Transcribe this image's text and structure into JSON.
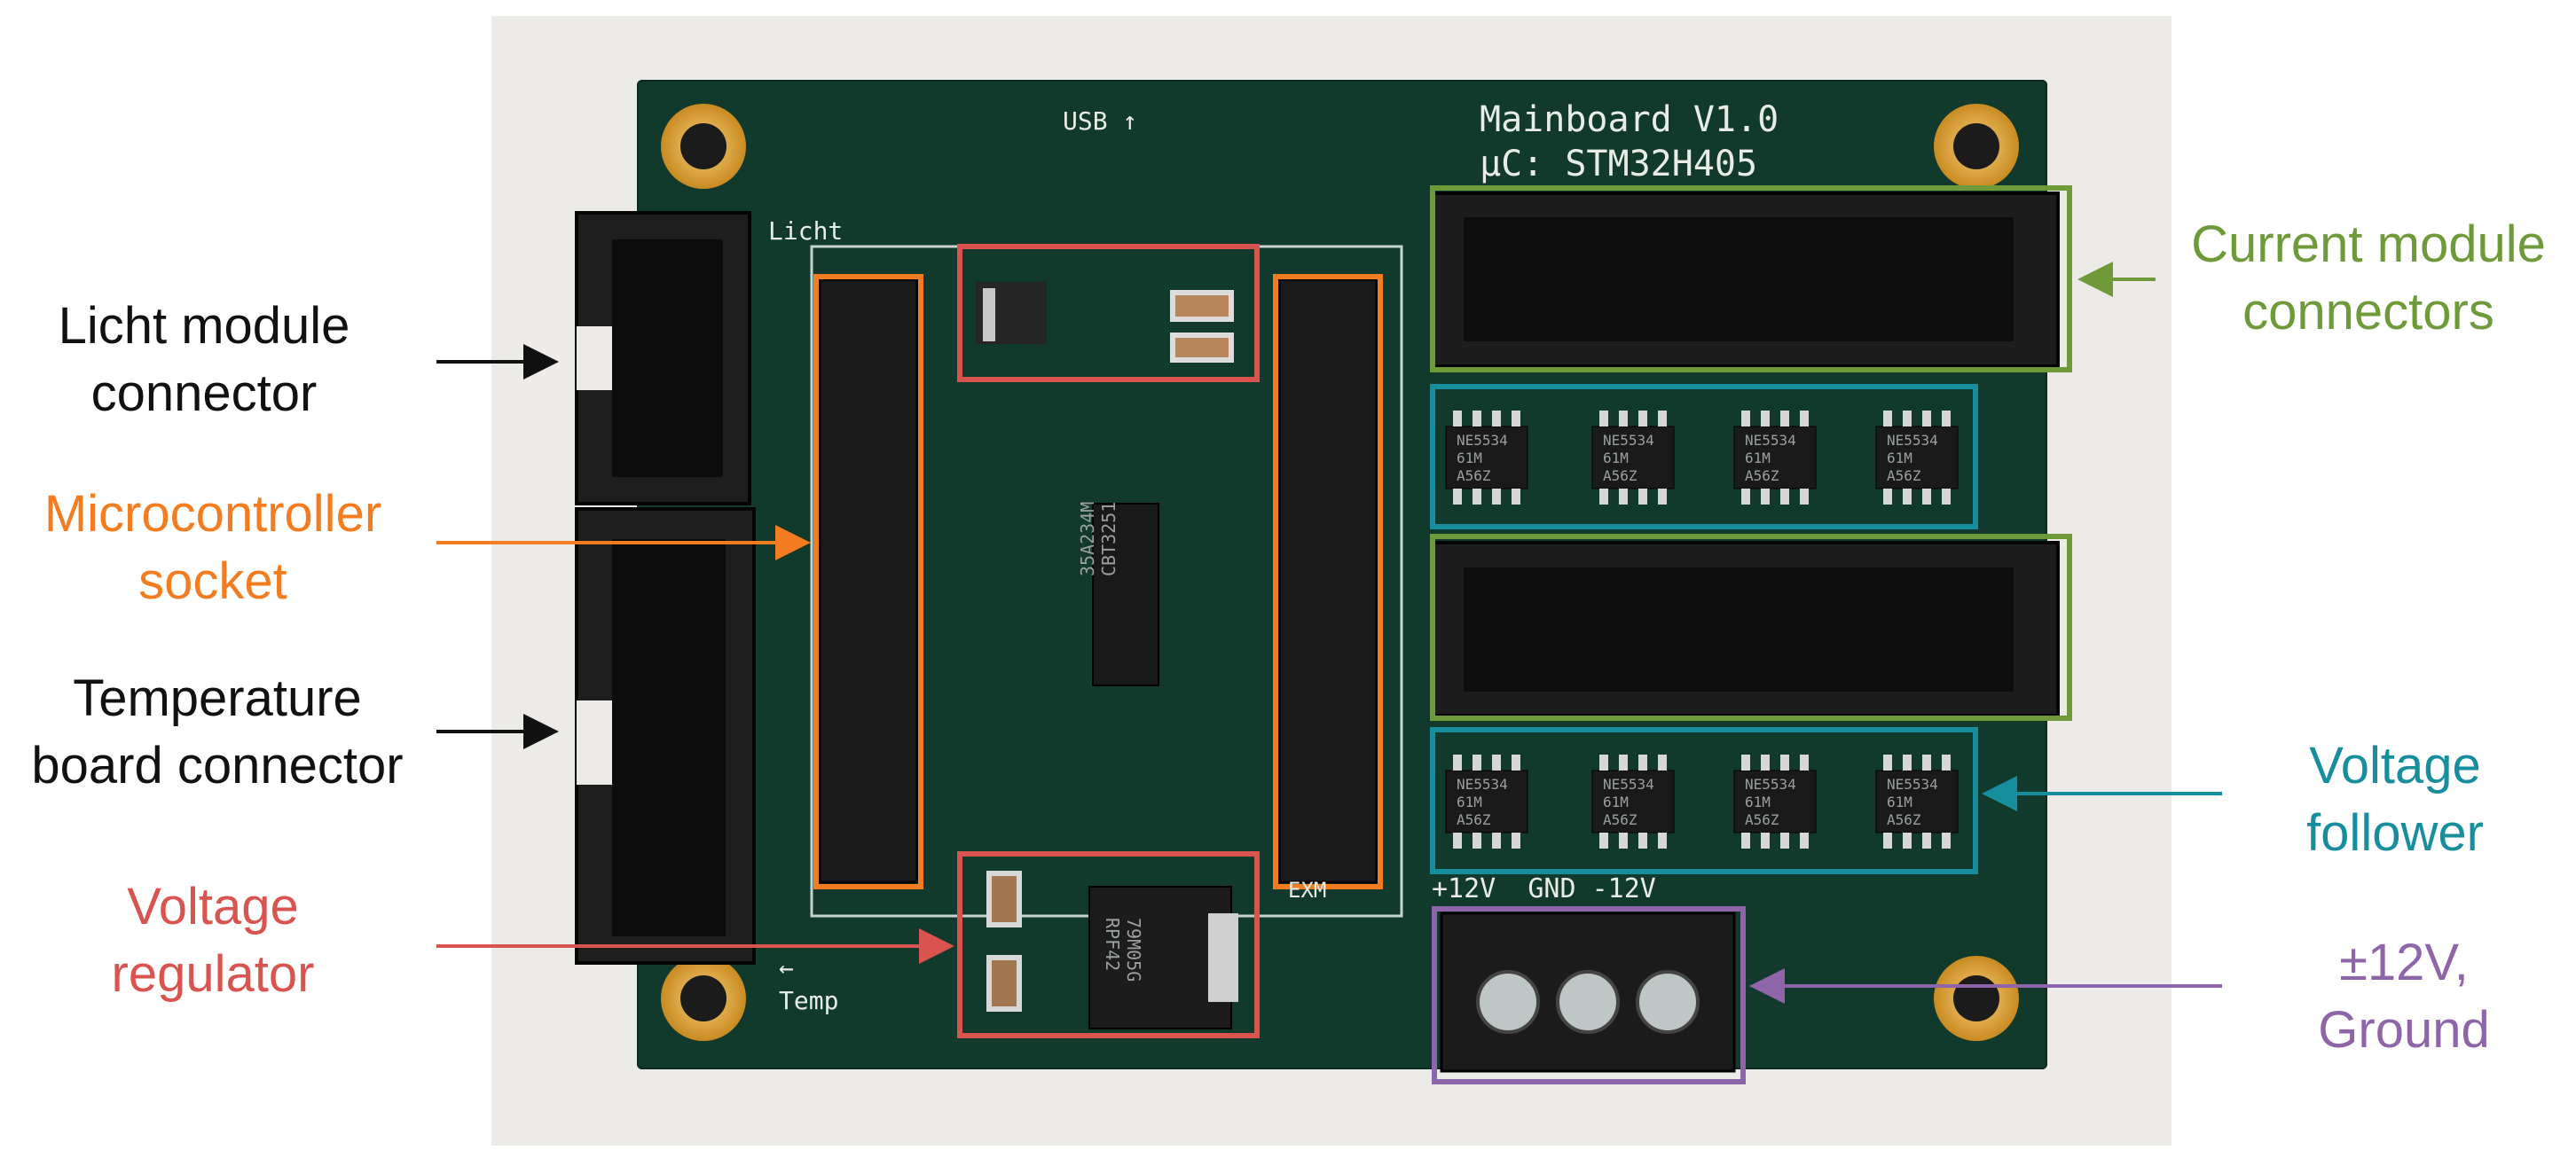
{
  "colors": {
    "black_label": "#111111",
    "microcontroller": "#f47c20",
    "regulator": "#d9534f",
    "current_module": "#6e9a3a",
    "voltage_follower": "#178e9e",
    "power": "#8e65a8",
    "board_green": "#123a2c"
  },
  "silkscreen": {
    "title_line1": "Mainboard V1.0",
    "title_line2": "µC: STM32H405",
    "usb": "USB",
    "licht": "Licht",
    "temp": "Temp",
    "exm": "EXM",
    "power_pins": "+12V  GND -12V",
    "ic_main_line1": "35A234M",
    "ic_main_line2": "CBT3251",
    "regulator_ic_line1": "79M05G",
    "regulator_ic_line2": "RPF42",
    "opamp_line1": "NE5534",
    "opamp_line2": "61M",
    "opamp_line3": "A56Z"
  },
  "labels": {
    "licht_line1": "Licht module",
    "licht_line2": "connector",
    "mcu_line1": "Microcontroller",
    "mcu_line2": "socket",
    "temp_line1": "Temperature",
    "temp_line2": "board connector",
    "reg_line1": "Voltage",
    "reg_line2": "regulator",
    "current_line1": "Current module",
    "current_line2": "connectors",
    "follower_line1": "Voltage",
    "follower_line2": "follower",
    "power_line1": "±12V,",
    "power_line2": "Ground"
  }
}
